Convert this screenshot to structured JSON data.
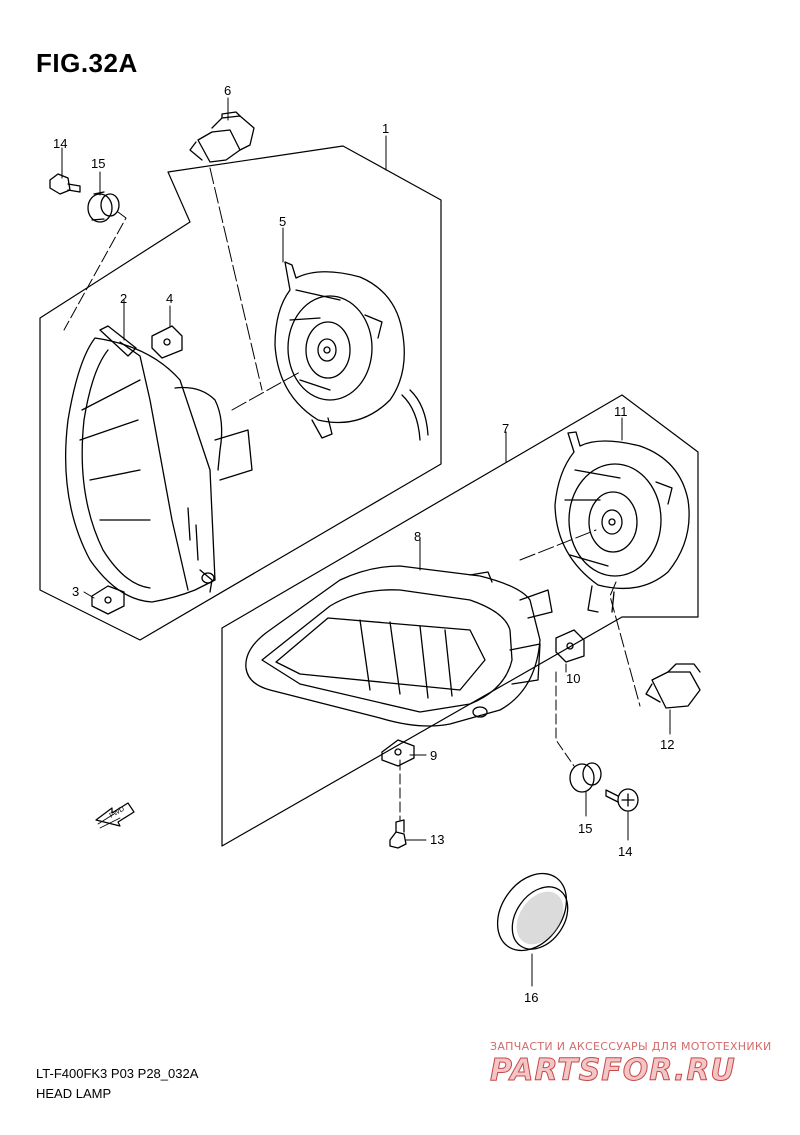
{
  "figure": {
    "title": "FIG.32A"
  },
  "callouts": {
    "c1": "1",
    "c2": "2",
    "c3": "3",
    "c4": "4",
    "c5": "5",
    "c6": "6",
    "c7": "7",
    "c8": "8",
    "c9": "9",
    "c10": "10",
    "c11": "11",
    "c12": "12",
    "c13": "13",
    "c14a": "14",
    "c14b": "14",
    "c15a": "15",
    "c15b": "15",
    "c16": "16"
  },
  "footer": {
    "code": "LT-F400FK3 P03 P28_032A",
    "name": "HEAD LAMP"
  },
  "direction_badge": {
    "label": "FWD"
  },
  "watermark": {
    "subtitle": "ЗАПЧАСТИ И АКСЕССУАРЫ ДЛЯ МОТОТЕХНИКИ",
    "brand": "PARTSFOR.RU"
  }
}
